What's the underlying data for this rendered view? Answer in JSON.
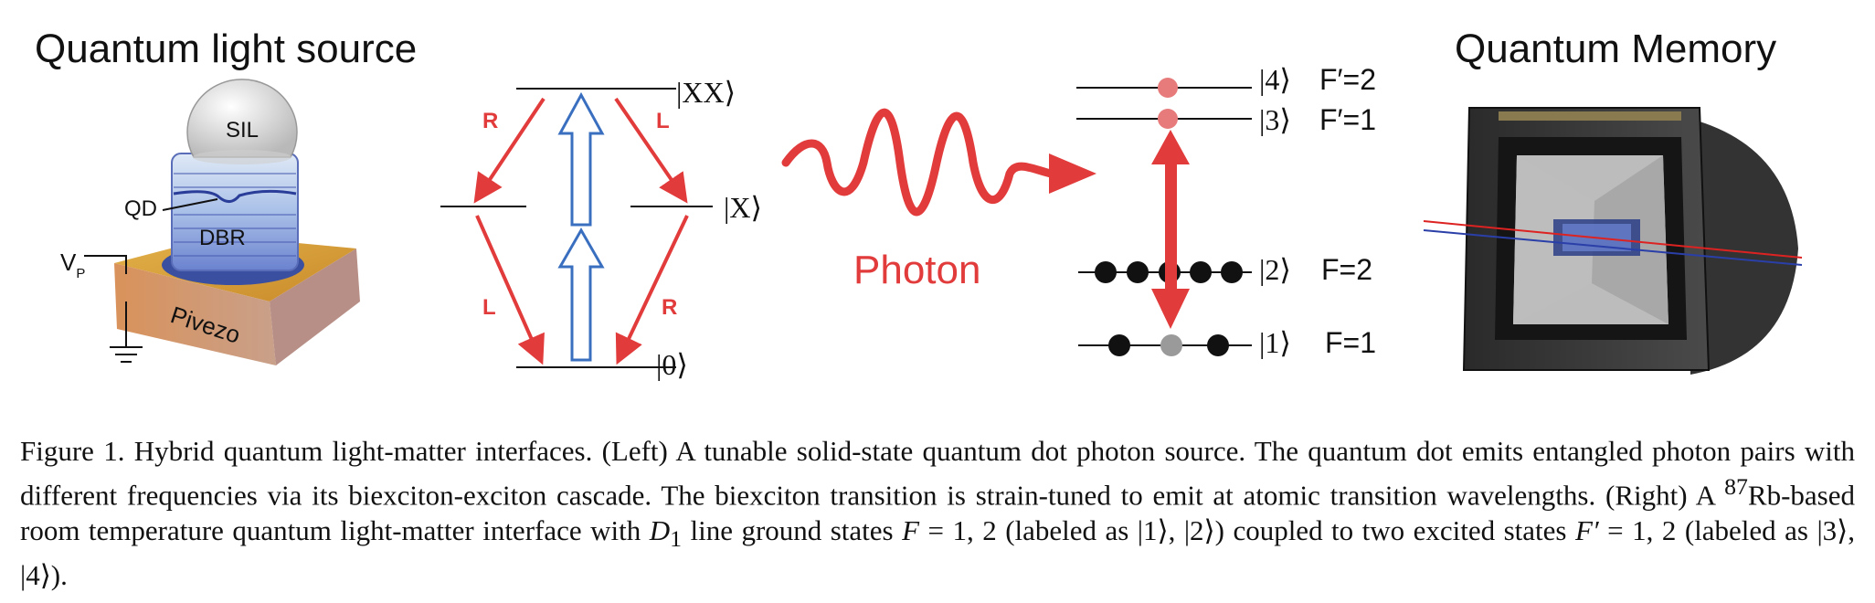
{
  "left_panel": {
    "title": "Quantum light source",
    "labels": {
      "sil": "SIL",
      "qd": "QD",
      "dbr": "DBR",
      "vp_main": "V",
      "vp_sub": "P",
      "piezo": "Pivezo"
    }
  },
  "cascade": {
    "levels": {
      "xx": "|XX⟩",
      "x": "|X⟩",
      "zero": "|0⟩"
    },
    "polarizations": {
      "upper_left": "R",
      "upper_right": "L",
      "lower_left": "L",
      "lower_right": "R"
    }
  },
  "photon": {
    "label": "Photon"
  },
  "atom_levels": {
    "kets": [
      "|4⟩",
      "|3⟩",
      "|2⟩",
      "|1⟩"
    ],
    "f_labels": [
      "F′=2",
      "F′=1",
      "F=2",
      "F=1"
    ]
  },
  "right_panel": {
    "title": "Quantum Memory"
  },
  "colors": {
    "red": "#e23b3b",
    "blue": "#3a6fc0",
    "dark": "#1a1a1a"
  },
  "caption": {
    "part1": "Figure 1. Hybrid quantum light-matter interfaces. (Left) A tunable solid-state quantum dot photon source. The quantum dot emits entangled photon pairs with different frequencies via its biexciton-exciton cascade. The biexciton transition is strain-tuned to emit at atomic transition wavelengths. (Right) A ",
    "sup": "87",
    "part2": "Rb-based room temperature quantum light-matter interface with ",
    "d1": "D",
    "d1_sub": "1",
    "part3": " line ground states ",
    "f_eq": "F",
    "part4": " = 1, 2 (labeled as |1⟩, |2⟩) coupled to two excited states ",
    "fp_eq": "F′",
    "part5": " = 1, 2 (labeled as |3⟩, |4⟩)."
  }
}
